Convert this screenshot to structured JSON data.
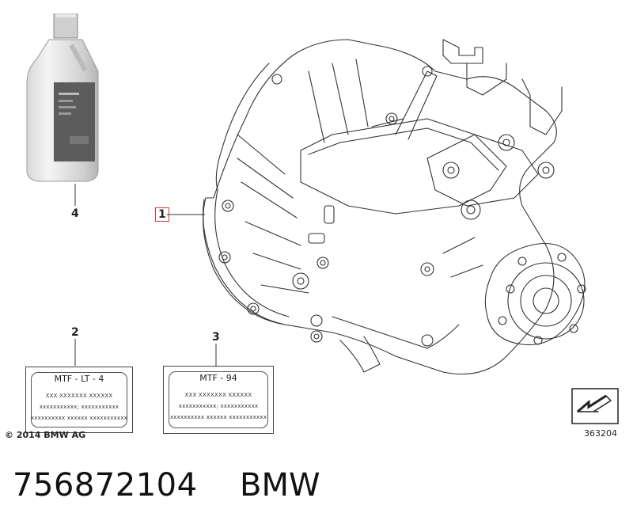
{
  "callouts": {
    "gearbox": "1",
    "label_mtf_lt4": "2",
    "label_mtf_94": "3",
    "oil_bottle": "4"
  },
  "labels": [
    {
      "title": "MTF - LT - 4",
      "line1": "XXX XXXXXXX XXXXXX",
      "line2": "xxxxxxxxxxx; xxxxxxxxxxx",
      "line3": "xxxxxxxxxx  xxxxxx  xxxxxxxxxxx"
    },
    {
      "title": "MTF - 94",
      "line1": "XXX XXXXXXX XXXXXX",
      "line2": "xxxxxxxxxxx; xxxxxxxxxxx",
      "line3": "xxxxxxxxxx  xxxxxx  xxxxxxxxxxx"
    }
  ],
  "copyright": "© 2014 BMW AG",
  "diagram_id": "363204",
  "part_number": "756872104",
  "brand": "BMW",
  "colors": {
    "callout_border": "#dd3333",
    "line": "#333333"
  }
}
